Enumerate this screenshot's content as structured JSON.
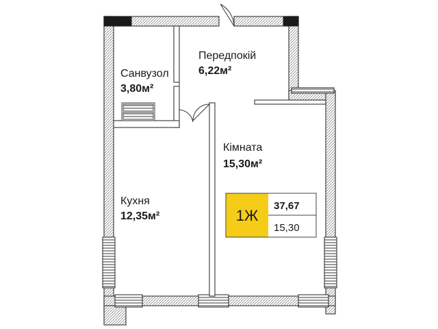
{
  "rooms": {
    "bathroom": {
      "name": "Санвузол",
      "area": "3,80м²"
    },
    "hallway": {
      "name": "Передпокій",
      "area": "6,22м²"
    },
    "room": {
      "name": "Кімната",
      "area": "15,30м²"
    },
    "kitchen": {
      "name": "Кухня",
      "area": "12,35м²"
    }
  },
  "badge": {
    "type": "1Ж",
    "total_area": "37,67",
    "living_area": "15,30",
    "accent_color": "#f5cd19"
  },
  "colors": {
    "wall": "#555555",
    "wall_fill": "#ffffff",
    "line": "#333333"
  }
}
